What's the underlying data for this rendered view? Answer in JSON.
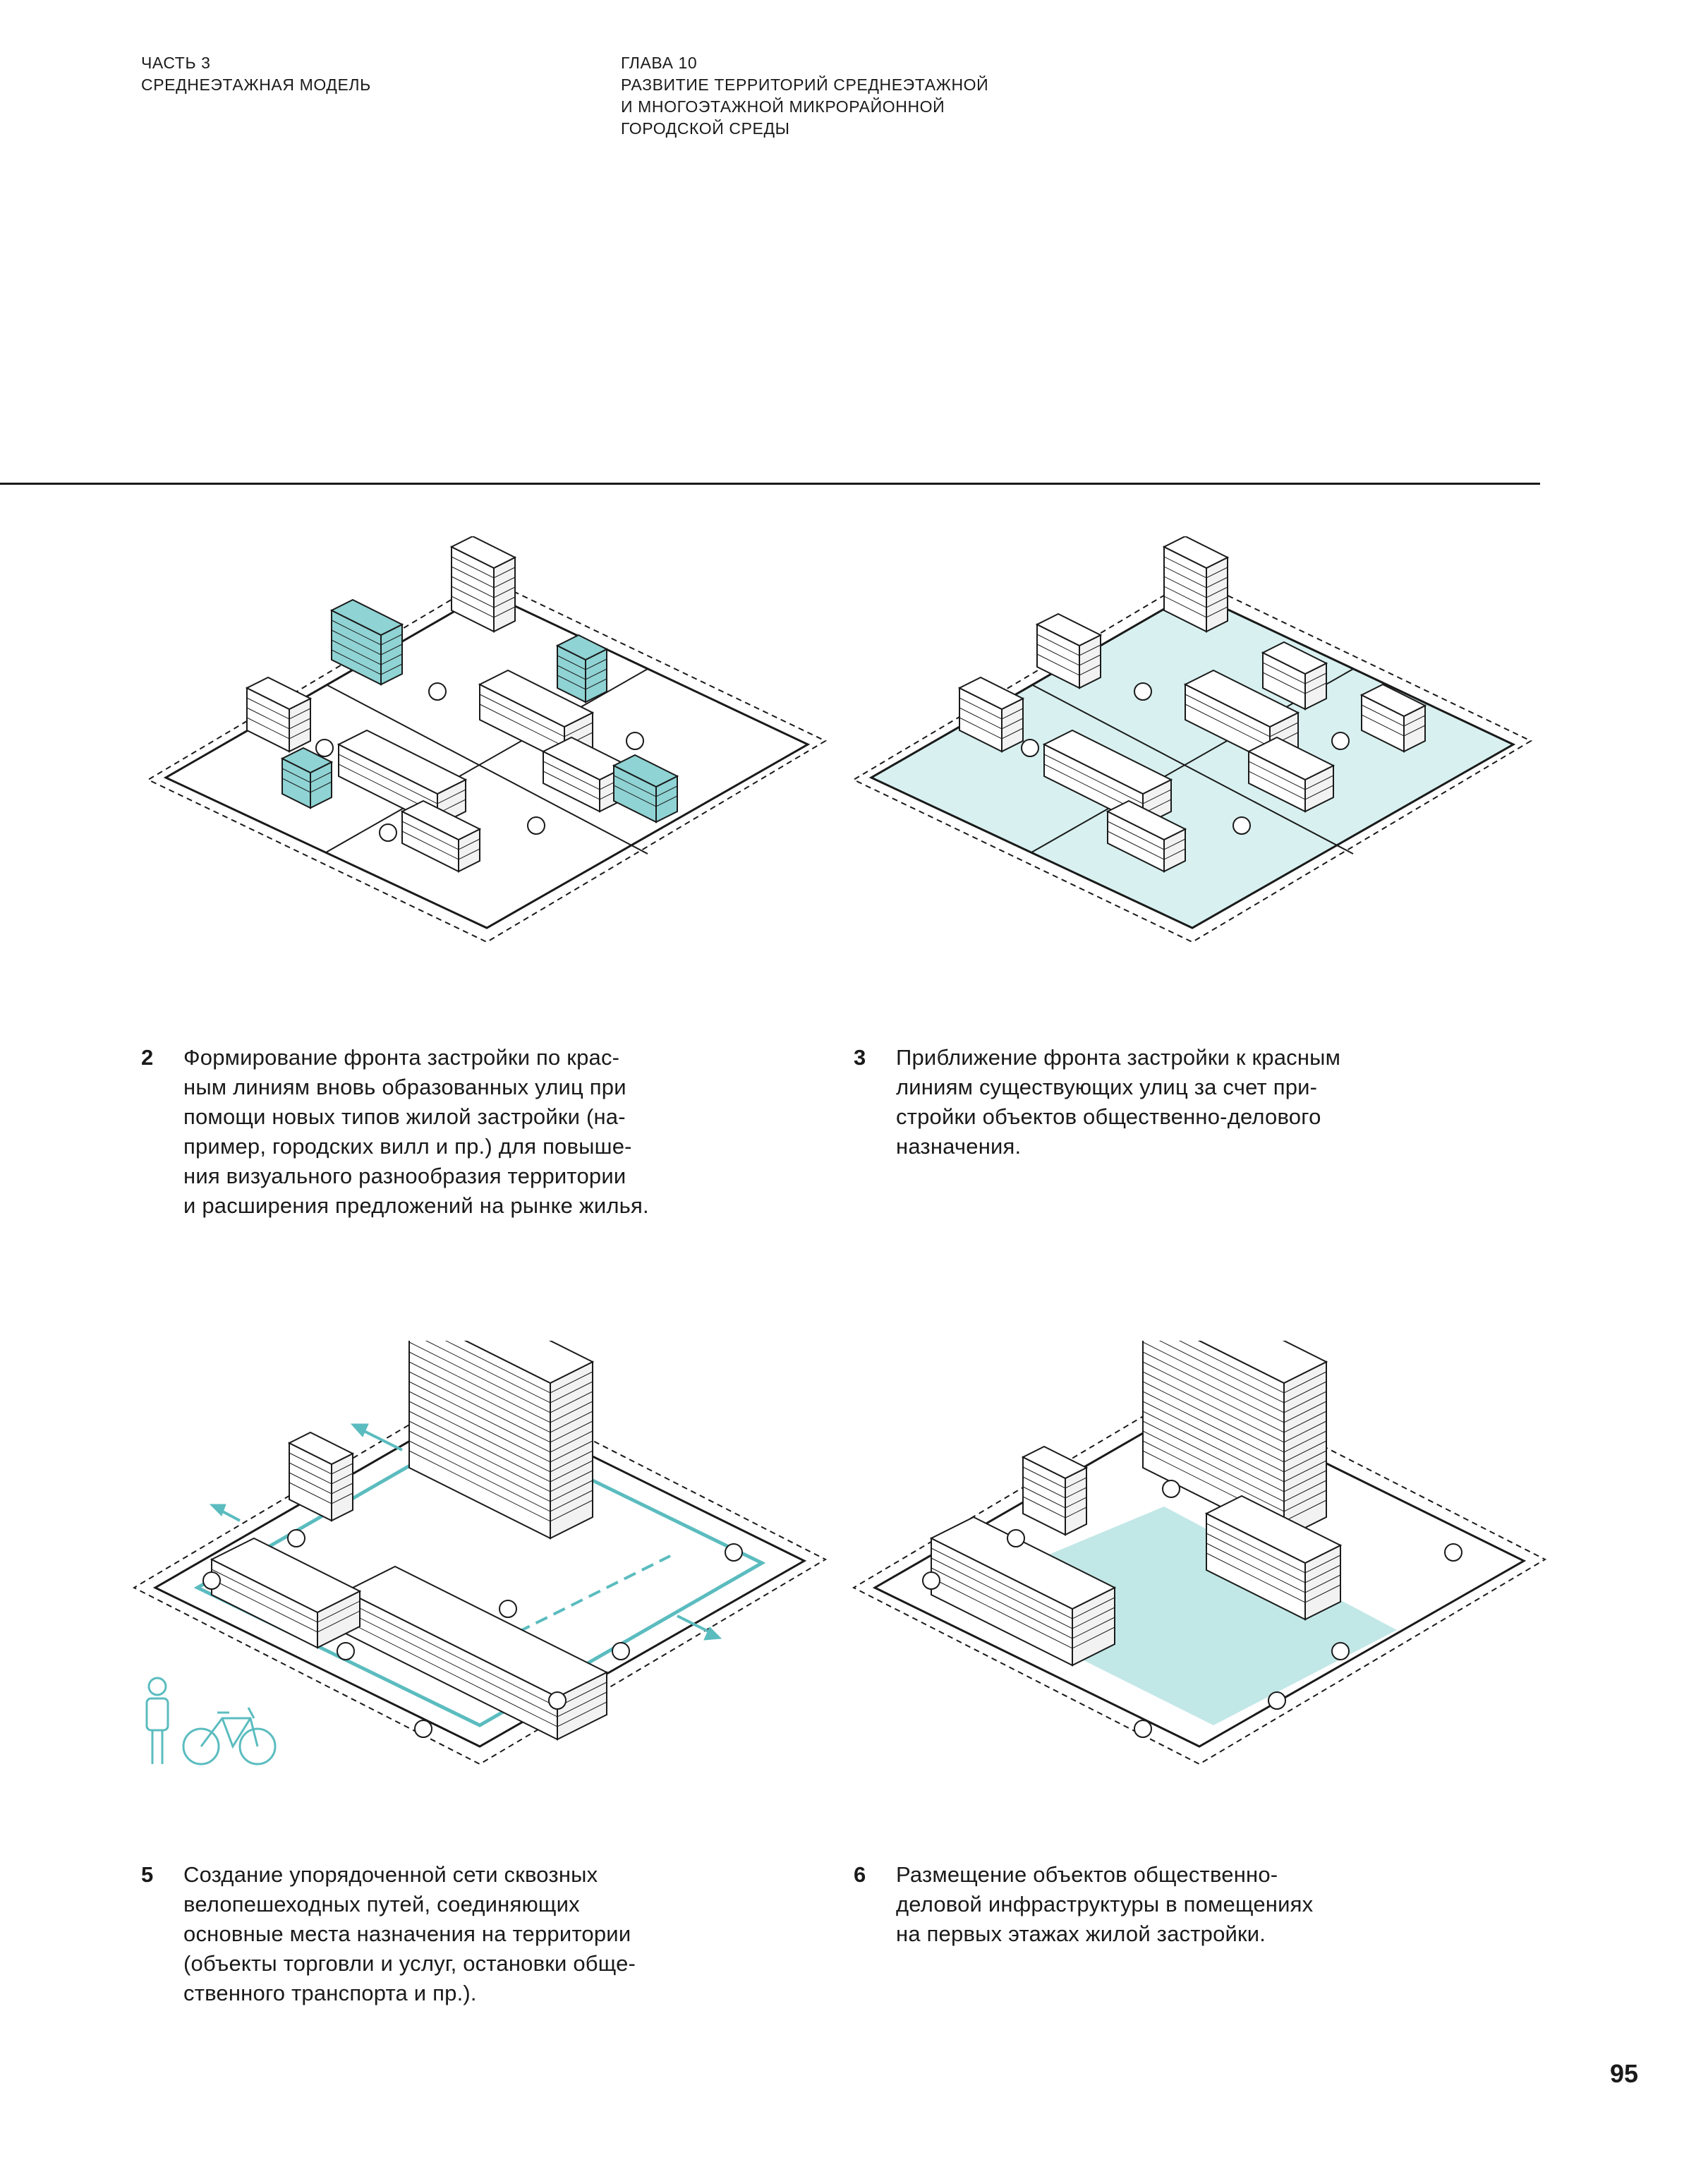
{
  "header": {
    "part_lines": [
      "ЧАСТЬ 3",
      "СРЕДНЕЭТАЖНАЯ МОДЕЛЬ"
    ],
    "chapter_lines": [
      "ГЛАВА 10",
      "РАЗВИТИЕ ТЕРРИТОРИЙ СРЕДНЕЭТАЖНОЙ",
      "И МНОГОЭТАЖНОЙ МИКРОРАЙОННОЙ",
      "ГОРОДСКОЙ СРЕДЫ"
    ]
  },
  "colors": {
    "accent": "#5bbcbf",
    "accent_fill": "#8fd3d4",
    "ink": "#1a1a1a"
  },
  "captions": [
    {
      "number": "2",
      "lines": [
        "Формирование фронта застройки по крас-",
        "ным линиям вновь образованных улиц при",
        "помощи новых типов жилой застройки (на-",
        "пример, городских вилл и пр.) для повыше-",
        "ния визуального разнообразия территории",
        "и расширения предложений на рынке жилья."
      ]
    },
    {
      "number": "3",
      "lines": [
        "Приближение фронта застройки к красным",
        "линиям существующих улиц за счет при-",
        "стройки объектов общественно-делового",
        "назначения."
      ]
    },
    {
      "number": "5",
      "lines": [
        "Создание упорядоченной сети сквозных",
        "велопешеходных путей, соединяющих",
        "основные места назначения на территории",
        "(объекты торговли и услуг, остановки обще-",
        "ственного транспорта и пр.)."
      ]
    },
    {
      "number": "6",
      "lines": [
        "Размещение объектов общественно-",
        "деловой инфраструктуры в помещениях",
        "на первых этажах жилой застройки."
      ]
    }
  ],
  "figures": [
    {
      "id": "fig-2",
      "icons": []
    },
    {
      "id": "fig-3",
      "icons": []
    },
    {
      "id": "fig-5",
      "icons": [
        "pedestrian-icon",
        "bicycle-icon"
      ]
    },
    {
      "id": "fig-6",
      "icons": []
    }
  ],
  "page_number": "95"
}
